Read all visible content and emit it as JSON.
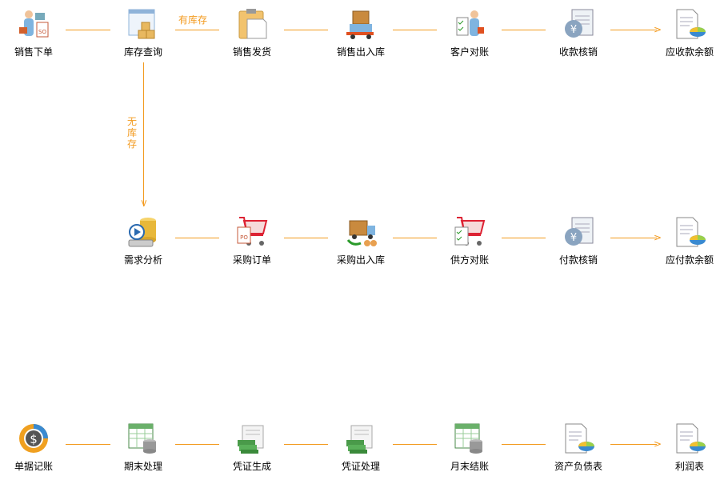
{
  "colors": {
    "connector": "#f39a1e",
    "label": "#000000"
  },
  "rows": [
    {
      "nodes": [
        {
          "label": "销售下单",
          "icon": "salesperson-order-icon"
        },
        {
          "label": "库存查询",
          "icon": "inventory-window-icon"
        },
        {
          "label": "销售发货",
          "icon": "clipboard-document-icon"
        },
        {
          "label": "销售出入库",
          "icon": "forklift-icon"
        },
        {
          "label": "客户对账",
          "icon": "person-checklist-icon"
        },
        {
          "label": "收款核销",
          "icon": "yen-document-icon"
        },
        {
          "label": "应收款余额",
          "icon": "document-pie-chart-icon"
        }
      ]
    },
    {
      "nodes": [
        {
          "label": "需求分析",
          "icon": "database-play-icon"
        },
        {
          "label": "采购订单",
          "icon": "cart-po-icon"
        },
        {
          "label": "采购出入库",
          "icon": "truck-boxes-icon"
        },
        {
          "label": "供方对账",
          "icon": "cart-checklist-icon"
        },
        {
          "label": "付款核销",
          "icon": "yen-document-icon"
        },
        {
          "label": "应付款余额",
          "icon": "document-pie-chart-icon"
        }
      ]
    },
    {
      "nodes": [
        {
          "label": "单据记账",
          "icon": "dollar-ring-icon"
        },
        {
          "label": "期末处理",
          "icon": "spreadsheet-database-icon"
        },
        {
          "label": "凭证生成",
          "icon": "money-stack-icon"
        },
        {
          "label": "凭证处理",
          "icon": "money-stack-icon"
        },
        {
          "label": "月末结账",
          "icon": "spreadsheet-database-icon"
        },
        {
          "label": "资产负债表",
          "icon": "document-pie-chart-icon"
        },
        {
          "label": "利润表",
          "icon": "document-pie-chart-icon"
        }
      ]
    }
  ],
  "branches": {
    "in_stock": "有库存",
    "out_of_stock": "无库存"
  },
  "arrow_glyph": ">"
}
